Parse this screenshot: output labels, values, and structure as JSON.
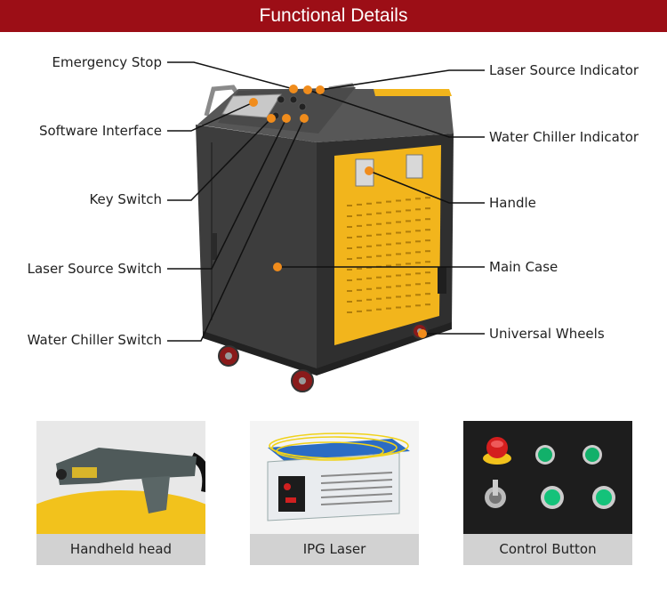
{
  "banner": {
    "title": "Functional Details"
  },
  "callouts": {
    "left": [
      {
        "name": "emergency-stop-label",
        "text": "Emergency Stop"
      },
      {
        "name": "software-interface-label",
        "text": "Software Interface"
      },
      {
        "name": "key-switch-label",
        "text": "Key Switch"
      },
      {
        "name": "laser-source-switch-label",
        "text": "Laser Source Switch"
      },
      {
        "name": "water-chiller-switch-label",
        "text": "Water Chiller Switch"
      }
    ],
    "right": [
      {
        "name": "laser-source-indicator-label",
        "text": "Laser Source Indicator"
      },
      {
        "name": "water-chiller-indicator-label",
        "text": "Water Chiller Indicator"
      },
      {
        "name": "handle-label",
        "text": "Handle"
      },
      {
        "name": "main-case-label",
        "text": "Main Case"
      },
      {
        "name": "universal-wheels-label",
        "text": "Universal Wheels"
      }
    ]
  },
  "cards": [
    {
      "name": "handheld-head-card",
      "caption": "Handheld head"
    },
    {
      "name": "ipg-laser-card",
      "caption": "IPG Laser"
    },
    {
      "name": "control-button-card",
      "caption": "Control Button"
    }
  ],
  "colors": {
    "banner": "#9c0e16",
    "accent_dot": "#f08c1c",
    "case_dark": "#3d3d3d",
    "panel_yellow": "#f2b51c"
  }
}
